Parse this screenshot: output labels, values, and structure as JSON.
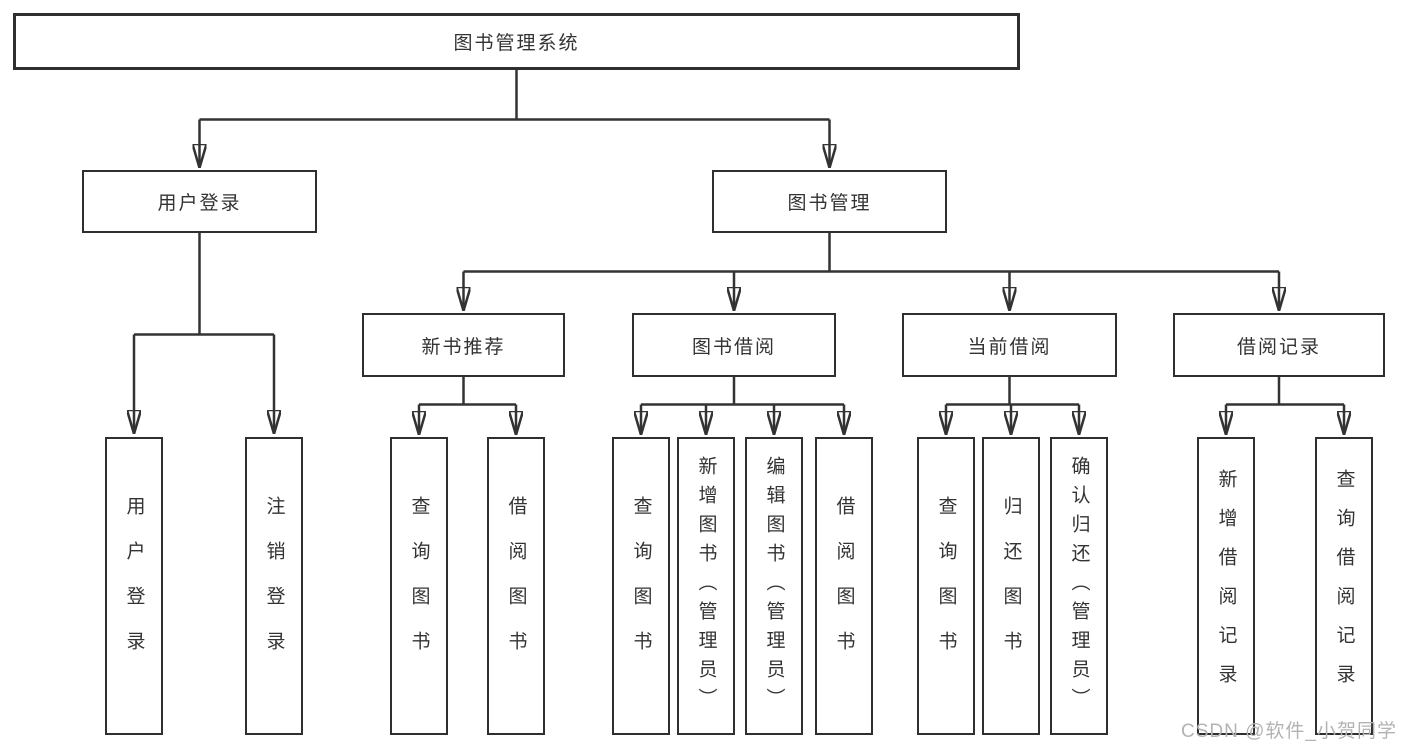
{
  "colors": {
    "line": "#333333",
    "node_border": "#2f2f2f",
    "text": "#333333",
    "watermark": "#b3b3b3",
    "background": "#ffffff"
  },
  "nodes": {
    "root": {
      "label": "图书管理系统"
    },
    "user_login": {
      "label": "用户登录"
    },
    "book_mgmt": {
      "label": "图书管理"
    },
    "new_book_rec": {
      "label": "新书推荐"
    },
    "book_borrow": {
      "label": "图书借阅"
    },
    "current_borrow": {
      "label": "当前借阅"
    },
    "borrow_record": {
      "label": "借阅记录"
    },
    "login_leaf": {
      "label": "用户登录"
    },
    "logout_leaf": {
      "label": "注销登录"
    },
    "rec_query_book": {
      "label": "查询图书"
    },
    "rec_borrow_book": {
      "label": "借阅图书"
    },
    "bb_query_book": {
      "label": "查询图书"
    },
    "bb_add_book": {
      "label": "新增图书（管理员）"
    },
    "bb_edit_book": {
      "label": "编辑图书（管理员）"
    },
    "bb_borrow_book": {
      "label": "借阅图书"
    },
    "cb_query_book": {
      "label": "查询图书"
    },
    "cb_return_book": {
      "label": "归还图书"
    },
    "cb_confirm_return": {
      "label": "确认归还（管理员）"
    },
    "br_add_record": {
      "label": "新增借阅记录"
    },
    "br_query_record": {
      "label": "查询借阅记录"
    }
  },
  "watermark": {
    "text": "CSDN @软件_小贺同学"
  }
}
